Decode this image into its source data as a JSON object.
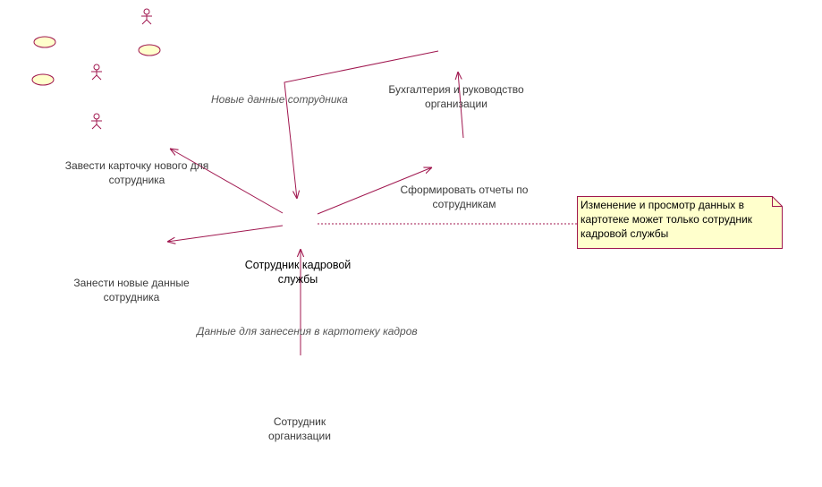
{
  "colors": {
    "line": "#a0174f",
    "note_fill": "#ffffcc",
    "ellipse_fill": "#ffffcc",
    "text": "#3a3a3a"
  },
  "actors": {
    "hr_employee": "Сотрудник кадровой\nслужбы",
    "employee": "Сотрудник\nорганизации",
    "accounting": "Бухгалтерия и руководство\nорганизации"
  },
  "use_cases": {
    "create_card": "Завести карточку нового для\nсотрудника",
    "enter_data": "Занести новые данные\nсотрудника",
    "form_reports": "Сформировать отчеты по\nсотрудникам"
  },
  "flows": {
    "new_data": "Новые данные сотрудника",
    "data_for_entry": "Данные для занесения в картотеку кадров"
  },
  "note": {
    "text": "Изменение и просмотр данных в картотеке может только сотрудник кадровой службы"
  }
}
